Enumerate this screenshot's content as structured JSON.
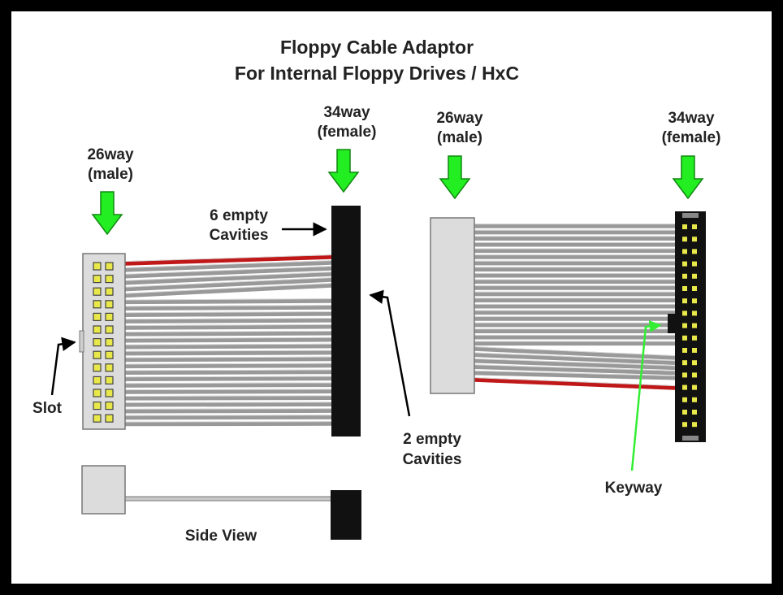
{
  "title": {
    "line1": "Floppy Cable Adaptor",
    "line2": "For Internal Floppy Drives / HxC"
  },
  "left_assembly": {
    "connector_26": {
      "line1": "26way",
      "line2": "(male)"
    },
    "connector_34": {
      "line1": "34way",
      "line2": "(female)"
    },
    "empty_cavities_top": {
      "line1": "6 empty",
      "line2": "Cavities"
    },
    "empty_cavities_bottom": {
      "line1": "2 empty",
      "line2": "Cavities"
    },
    "slot_label": "Slot"
  },
  "side_view": {
    "label": "Side View"
  },
  "right_assembly": {
    "connector_26": {
      "line1": "26way",
      "line2": "(male)"
    },
    "connector_34": {
      "line1": "34way",
      "line2": "(female)"
    },
    "keyway_label": "Keyway"
  },
  "colors": {
    "arrow_green": "#22ee22",
    "wire_red": "#c01818",
    "wire_gray": "#999999",
    "pin_yellow": "#e8e84a",
    "connector_gray": "#dcdcdc",
    "connector_black": "#111111",
    "keyway_line": "#33ee33"
  }
}
